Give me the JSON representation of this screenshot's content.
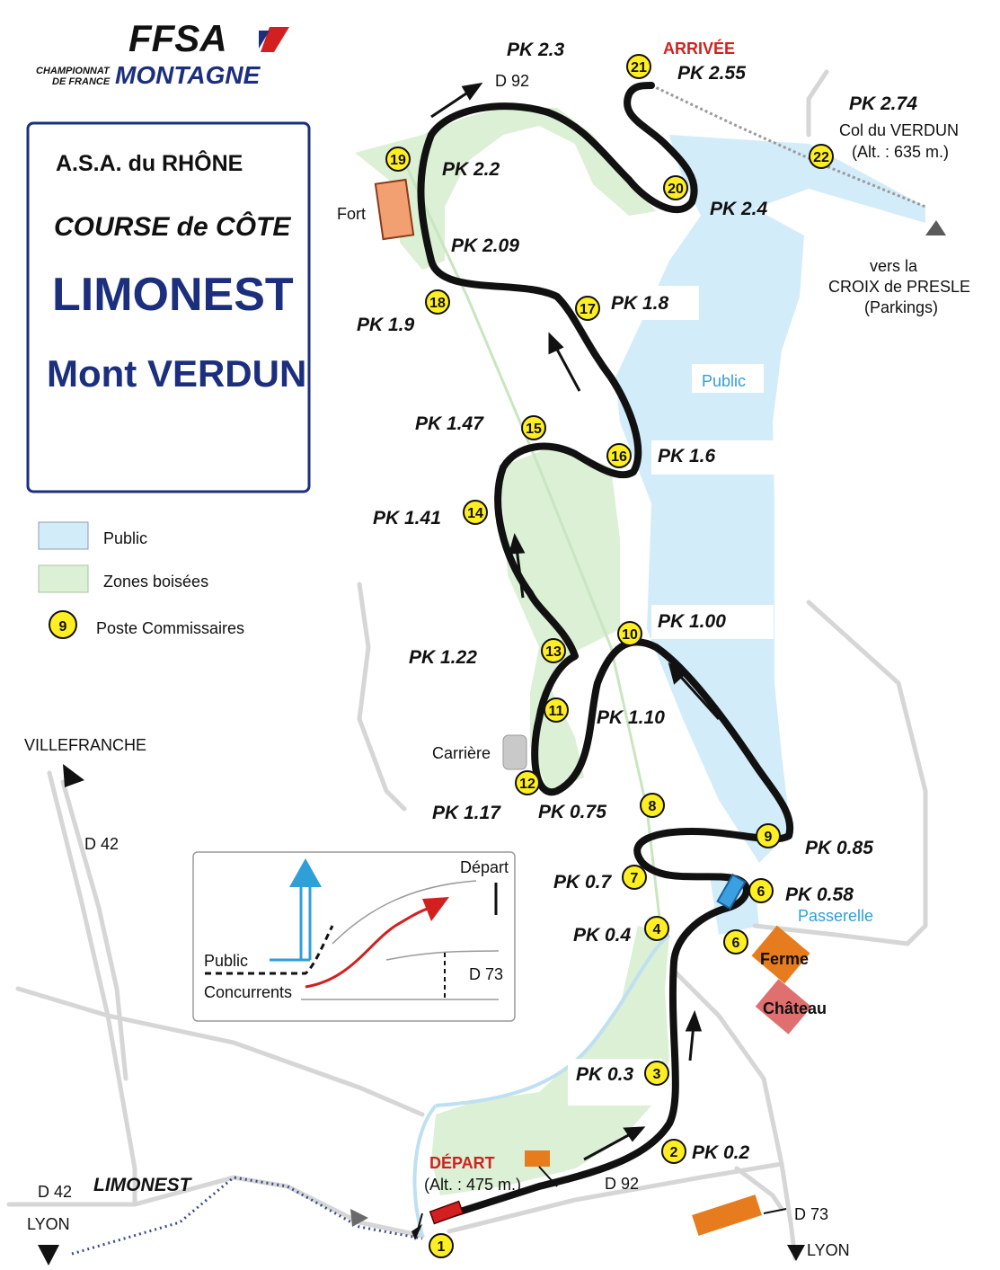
{
  "logo": {
    "brand": "FFSA",
    "line1": "CHAMPIONNAT",
    "line2": "DE FRANCE",
    "line3": "MONTAGNE"
  },
  "title_box": {
    "organizer": "A.S.A. du RHÔNE",
    "event": "COURSE de CÔTE",
    "town": "LIMONEST",
    "hill": "Mont  VERDUN"
  },
  "legend": {
    "public": "Public",
    "woods": "Zones boisées",
    "post_number": "9",
    "posts": "Poste Commissaires"
  },
  "colors": {
    "public": "#d3ecfa",
    "woods": "#dbf0d4",
    "track": "#111111",
    "post": "#ffee22",
    "start_red": "#d22020",
    "road": "#d6d6d6",
    "orange_building": "#e67c1e"
  },
  "places": {
    "arrivee": "ARRIVÉE",
    "depart": "DÉPART",
    "depart_alt": "(Alt. : 475 m.)",
    "col_name": "Col du  VERDUN",
    "col_alt": "(Alt. : 635 m.)",
    "croix_1": "vers la",
    "croix_2": "CROIX de PRESLE",
    "croix_3": "(Parkings)",
    "public_zone": "Public",
    "fort": "Fort",
    "carriere": "Carrière",
    "ferme": "Ferme",
    "chateau": "Château",
    "passerelle": "Passerelle",
    "villefranche": "VILLEFRANCHE",
    "limonest": "LIMONEST",
    "lyon_left": "LYON",
    "lyon_right": "LYON"
  },
  "roads": {
    "d92_top": "D 92",
    "d92_bottom": "D 92",
    "d42_upper": "D 42",
    "d42_lower": "D 42",
    "d73": "D 73"
  },
  "inset": {
    "depart": "Départ",
    "public": "Public",
    "concurrents": "Concurrents",
    "d73": "D 73"
  },
  "pk_markers": [
    {
      "label": "PK 2.3"
    },
    {
      "label": "PK 2.55"
    },
    {
      "label": "PK 2.74"
    },
    {
      "label": "PK 2.2"
    },
    {
      "label": "PK 2.4"
    },
    {
      "label": "PK 2.09"
    },
    {
      "label": "PK 1.8"
    },
    {
      "label": "PK 1.9"
    },
    {
      "label": "PK 1.47"
    },
    {
      "label": "PK 1.6"
    },
    {
      "label": "PK 1.41"
    },
    {
      "label": "PK 1.00"
    },
    {
      "label": "PK 1.22"
    },
    {
      "label": "PK 1.10"
    },
    {
      "label": "PK 1.17"
    },
    {
      "label": "PK 0.75"
    },
    {
      "label": "PK 0.85"
    },
    {
      "label": "PK 0.7"
    },
    {
      "label": "PK 0.58"
    },
    {
      "label": "PK 0.4"
    },
    {
      "label": "PK 0.3"
    },
    {
      "label": "PK 0.2"
    }
  ],
  "posts": [
    {
      "number": "1"
    },
    {
      "number": "2"
    },
    {
      "number": "3"
    },
    {
      "number": "4"
    },
    {
      "number": "6"
    },
    {
      "number": "6"
    },
    {
      "number": "7"
    },
    {
      "number": "8"
    },
    {
      "number": "9"
    },
    {
      "number": "10"
    },
    {
      "number": "11"
    },
    {
      "number": "12"
    },
    {
      "number": "13"
    },
    {
      "number": "14"
    },
    {
      "number": "15"
    },
    {
      "number": "16"
    },
    {
      "number": "17"
    },
    {
      "number": "18"
    },
    {
      "number": "19"
    },
    {
      "number": "20"
    },
    {
      "number": "21"
    },
    {
      "number": "22"
    }
  ]
}
